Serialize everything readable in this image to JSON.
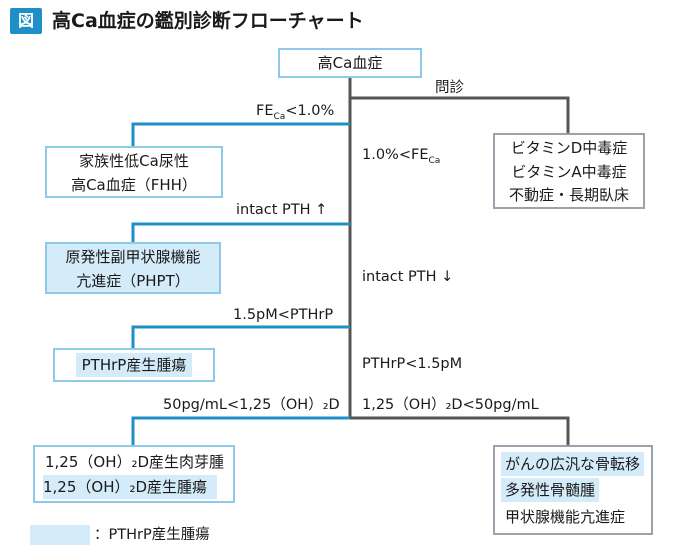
{
  "header": {
    "badge": "図",
    "title": "高Ca血症の鑑別診断フローチャート"
  },
  "nodes": {
    "root": "高Ca血症",
    "fhh_line1": "家族性低Ca尿性",
    "fhh_line2": "高Ca血症（FHH）",
    "phpt_line1": "原発性副甲状腺機能",
    "phpt_line2": "亢進症（PHPT）",
    "pthrp_tumor": "PTHrP産生腫瘍",
    "vitd_line1": "ビタミンD中毒症",
    "vitd_line2": "ビタミンA中毒症",
    "vitd_line3": "不動症・長期臥床",
    "granuloma_line1": "1,25（OH）₂D産生肉芽腫",
    "granuloma_line2": "1,25（OH）₂D産生腫瘍",
    "bone_line1": "がんの広汎な骨転移",
    "bone_line2": "多発性骨髄腫",
    "bone_line3": "甲状腺機能亢進症"
  },
  "edges": {
    "interview": "問診",
    "fe_low_prefix": "FE",
    "fe_low_sub": "Ca",
    "fe_low_suffix": "<1.0%",
    "fe_high_prefix": "1.0%<FE",
    "fe_high_sub": "Ca",
    "pth_up": "intact PTH ↑",
    "pth_down": "intact PTH ↓",
    "pthrp_high": "1.5pM<PTHrP",
    "pthrp_low": "PTHrP<1.5pM",
    "d_high": "50pg/mL<1,25（OH）₂D",
    "d_low": "1,25（OH）₂D<50pg/mL"
  },
  "legend": {
    "text": "：PTHrP産生腫瘍"
  },
  "colors": {
    "accent_blue": "#1f8fc8",
    "line_blue": "#1f8fc8",
    "line_gray": "#555555",
    "highlight_fill": "#d4ebf9"
  }
}
